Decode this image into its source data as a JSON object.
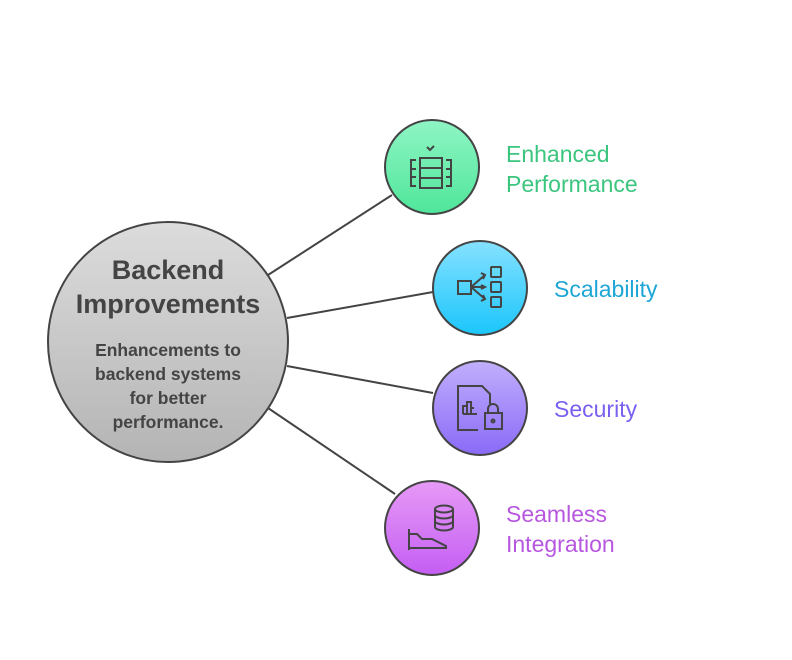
{
  "center": {
    "title_line1": "Backend",
    "title_line2": "Improvements",
    "desc_line1": "Enhancements to",
    "desc_line2": "backend systems",
    "desc_line3": "for better",
    "desc_line4": "performance."
  },
  "items": [
    {
      "line1": "Enhanced",
      "line2": "Performance",
      "icon": "server-check-icon",
      "color": "#3cc57f"
    },
    {
      "line1": "Scalability",
      "icon": "scale-out-icon",
      "color": "#1ea6d6"
    },
    {
      "line1": "Security",
      "icon": "secure-document-icon",
      "color": "#7a5ff0"
    },
    {
      "line1": "Seamless",
      "line2": "Integration",
      "icon": "database-hand-icon",
      "color": "#b757e0"
    }
  ]
}
